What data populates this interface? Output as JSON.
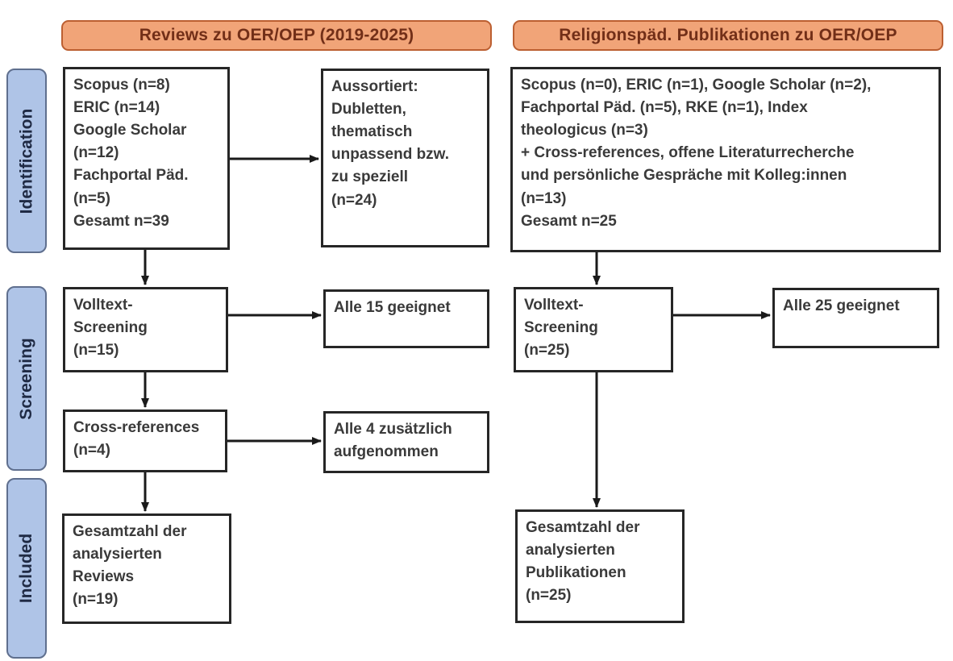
{
  "headers": {
    "left": "Reviews zu OER/OEP (2019-2025)",
    "right": "Religionspäd. Publikationen zu OER/OEP"
  },
  "stages": {
    "identification": "Identification",
    "screening": "Screening",
    "included": "Included"
  },
  "left_column": {
    "identification_sources": {
      "lines": [
        "Scopus (n=8)",
        "ERIC (n=14)",
        "Google Scholar",
        "(n=12)",
        "Fachportal Päd.",
        "(n=5)",
        "Gesamt n=39"
      ]
    },
    "excluded": {
      "lines": [
        "Aussortiert:",
        "Dubletten,",
        "thematisch",
        "unpassend bzw.",
        "zu speziell",
        "(n=24)"
      ]
    },
    "fulltext_screening": {
      "lines": [
        "Volltext-",
        "Screening",
        "(n=15)"
      ]
    },
    "screening_result": {
      "lines": [
        "Alle 15 geeignet"
      ]
    },
    "cross_references": {
      "lines": [
        "Cross-references",
        "(n=4)"
      ]
    },
    "cross_references_result": {
      "lines": [
        "Alle 4 zusätzlich",
        "aufgenommen"
      ]
    },
    "included_total": {
      "lines": [
        "Gesamtzahl der",
        "analysierten",
        "Reviews",
        "(n=19)"
      ]
    }
  },
  "right_column": {
    "identification_sources": {
      "lines": [
        "Scopus (n=0), ERIC (n=1), Google Scholar (n=2),",
        "Fachportal Päd. (n=5), RKE (n=1), Index",
        "theologicus (n=3)",
        "+ Cross-references, offene Literaturrecherche",
        "und persönliche Gespräche mit Kolleg:innen",
        "(n=13)",
        "Gesamt n=25"
      ]
    },
    "fulltext_screening": {
      "lines": [
        "Volltext-",
        "Screening",
        "(n=25)"
      ]
    },
    "screening_result": {
      "lines": [
        "Alle 25 geeignet"
      ]
    },
    "included_total": {
      "lines": [
        "Gesamtzahl der",
        "analysierten",
        "Publikationen",
        "(n=25)"
      ]
    }
  },
  "colors": {
    "header_fill": "#F1A478",
    "header_border": "#BC5F31",
    "header_text": "#722F18",
    "stage_fill": "#AFC4E7",
    "stage_border": "#5F6F8E",
    "stage_text": "#1F2A44",
    "box_border": "#262626",
    "arrow": "#1A1A1A"
  }
}
